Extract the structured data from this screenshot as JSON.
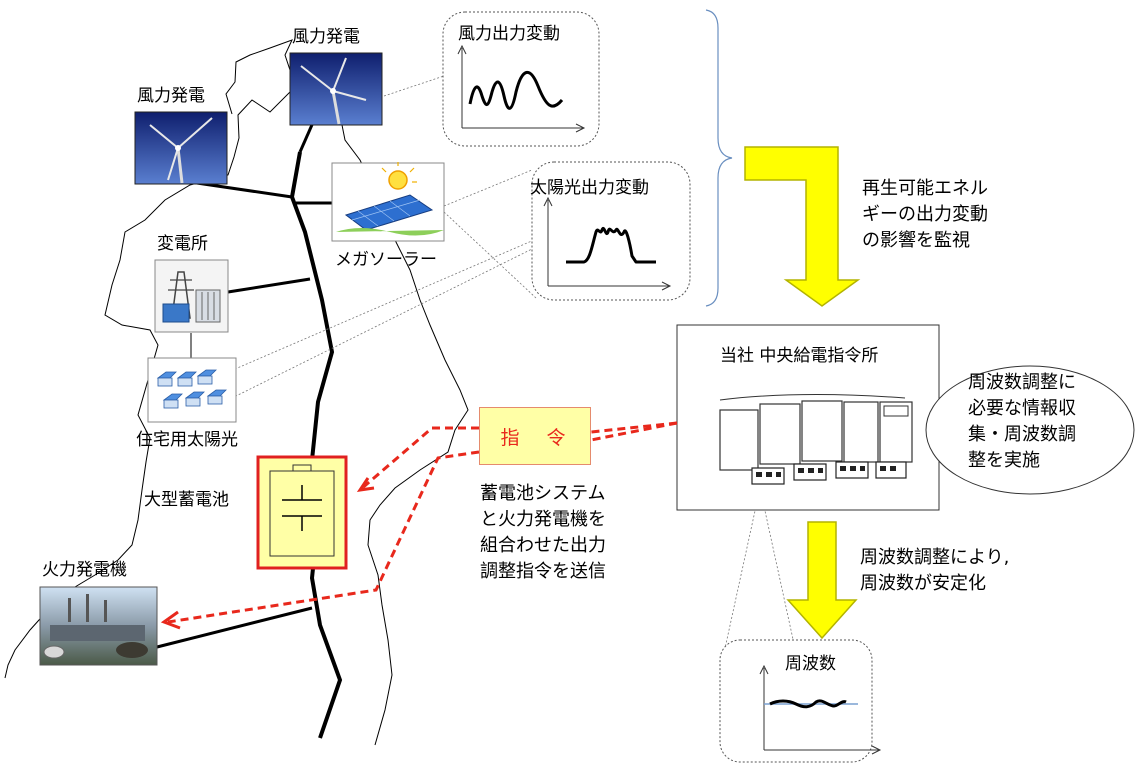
{
  "labels": {
    "wind_top": "風力発電",
    "wind_left": "風力発電",
    "mega_solar": "メガソーラー",
    "substation": "変電所",
    "residential_solar": "住宅用太陽光",
    "battery": "大型蓄電池",
    "thermal": "火力発電機",
    "wind_chart": "風力出力変動",
    "solar_chart": "太陽光出力変動",
    "center": "当社 中央給電指令所",
    "command": "指　令",
    "freq_chart": "周波数"
  },
  "notes": {
    "monitor": "再生可能エネル\nギーの出力変動\nの影響を監視",
    "bubble": "周波数調整に\n必要な情報収\n集・周波数調\n整を実施",
    "send": "蓄電池システム\nと火力発電機を\n組合わせた出力\n調整指令を送信",
    "stabilize": "周波数調整により,\n周波数が安定化"
  },
  "colors": {
    "arrow_yellow": "#ffff00",
    "arrow_outline": "#b3b300",
    "command_red": "#e8281c",
    "battery_fill": "#ffffa6",
    "battery_border": "#e02020",
    "sky_blue": "#1c2f8f",
    "chart_line": "#000000",
    "freq_ref_line": "#7aa0d0"
  }
}
